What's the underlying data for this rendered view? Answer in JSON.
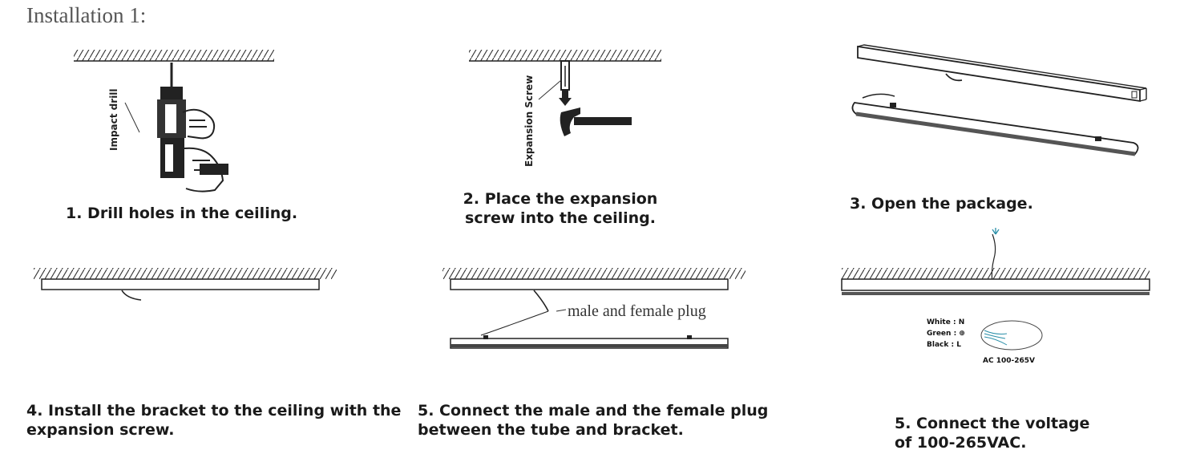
{
  "title": "Installation 1:",
  "steps": [
    {
      "caption": "1. Drill holes in the ceiling.",
      "label": "Impact drill"
    },
    {
      "caption_line1": "2. Place the expansion",
      "caption_line2": "screw into the ceiling.",
      "label": "Expansion Screw"
    },
    {
      "caption": "3. Open the package."
    },
    {
      "caption_line1": "4. Install the bracket to the ceiling with the",
      "caption_line2": "expansion screw."
    },
    {
      "caption_line1": "5. Connect the male and the female plug",
      "caption_line2": "between the tube and bracket.",
      "label": "male and female plug"
    },
    {
      "caption_line1": "5. Connect the voltage",
      "caption_line2": "of 100-265VAC.",
      "wiring": {
        "white": "White : N",
        "green": "Green : ⊕",
        "black": "Black  : L",
        "ac": "AC 100-265V"
      }
    }
  ]
}
